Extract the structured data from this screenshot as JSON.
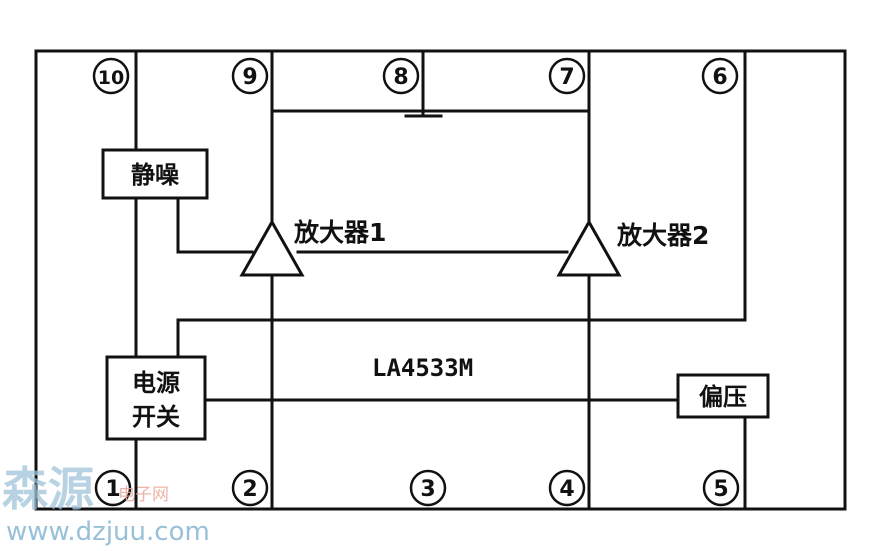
{
  "diagram": {
    "chip_label": "LA4533M",
    "pins": [
      "1",
      "2",
      "3",
      "4",
      "5",
      "6",
      "7",
      "8",
      "9",
      "10"
    ],
    "blocks": {
      "mute": "静噪",
      "power_switch_line1": "电源",
      "power_switch_line2": "开关",
      "bias": "偏压"
    },
    "amplifiers": {
      "amp1": "放大器1",
      "amp2": "放大器2"
    }
  },
  "watermark": {
    "logo_text": "森源",
    "sub_text": "电子网",
    "url": "www.dzjuu.com"
  }
}
